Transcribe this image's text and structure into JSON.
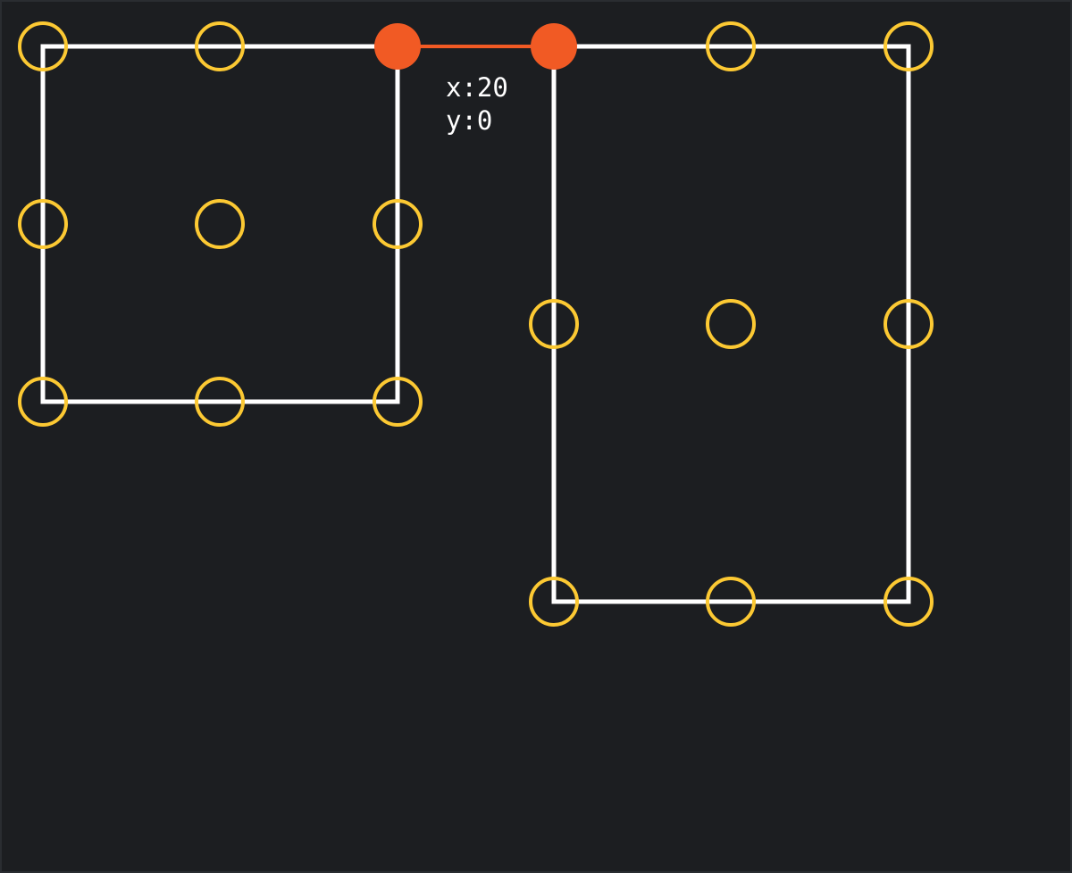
{
  "colors": {
    "background": "#1c1e21",
    "frame": "#ffffff",
    "handle": "#fcc933",
    "snap": "#f15a24"
  },
  "frames": [
    {
      "name": "frame-left",
      "handles": [
        "top-left",
        "top-center",
        "middle-left",
        "center",
        "middle-right",
        "bottom-left",
        "bottom-center",
        "bottom-right"
      ],
      "snapped_corner": "top-right"
    },
    {
      "name": "frame-right",
      "handles": [
        "top-center",
        "top-right",
        "middle-left",
        "center",
        "middle-right",
        "bottom-left",
        "bottom-center",
        "bottom-right"
      ],
      "snapped_corner": "top-left"
    }
  ],
  "distance_readout": {
    "x_label": "x:20",
    "y_label": "y:0"
  }
}
